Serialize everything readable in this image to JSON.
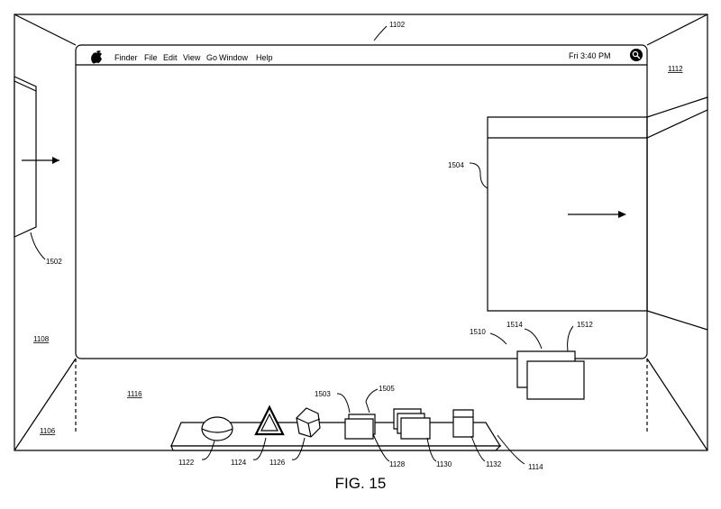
{
  "menubar": {
    "items": [
      "Finder",
      "File",
      "Edit",
      "View",
      "Go",
      "Window",
      "Help"
    ],
    "clock": "Fri 3:40 PM",
    "apple_icon": "apple-logo-icon",
    "search_icon": "search-icon"
  },
  "refs": {
    "r1102": "1102",
    "r1112": "1112",
    "r1502": "1502",
    "r1504": "1504",
    "r1108": "1108",
    "r1116": "1116",
    "r1106": "1106",
    "r1510": "1510",
    "r1514": "1514",
    "r1512": "1512",
    "r1503": "1503",
    "r1505": "1505",
    "r1122": "1122",
    "r1124": "1124",
    "r1126": "1126",
    "r1128": "1128",
    "r1130": "1130",
    "r1132": "1132",
    "r1114": "1114"
  },
  "caption": "FIG. 15"
}
